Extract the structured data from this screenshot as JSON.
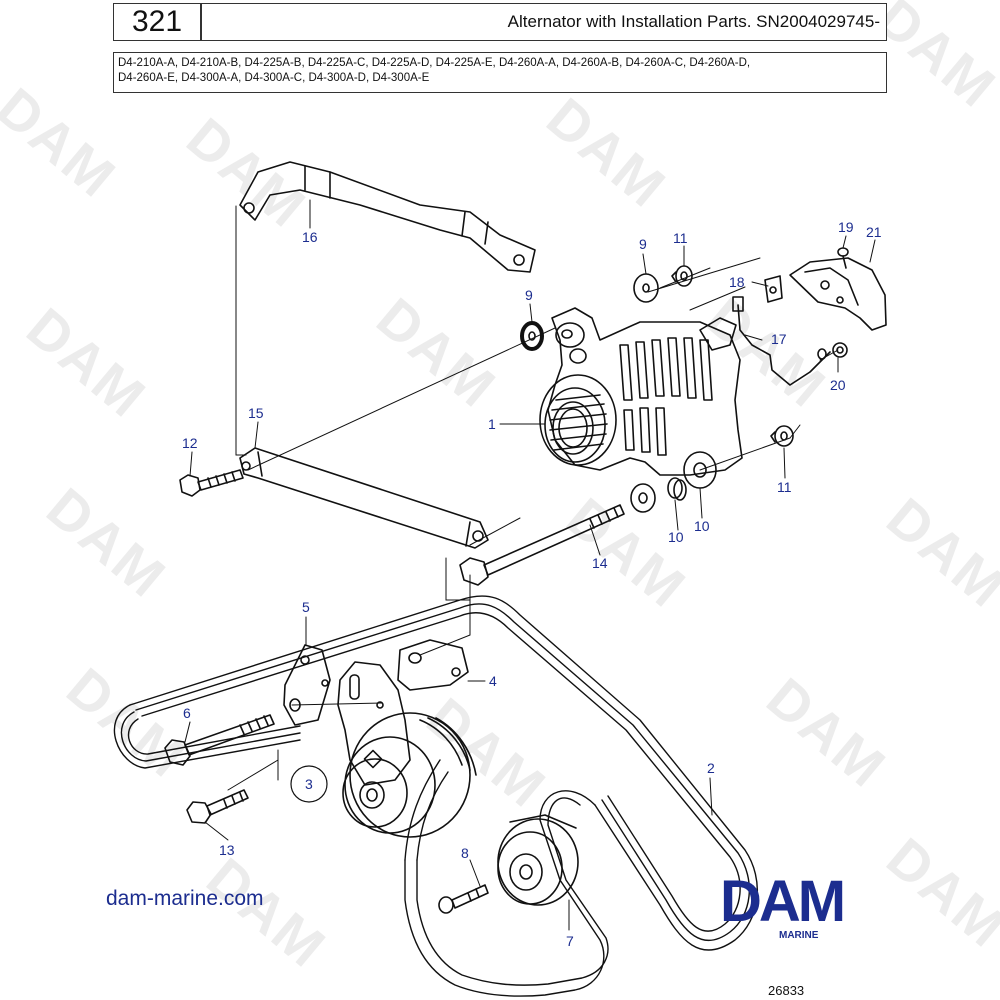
{
  "header": {
    "page_number": "321",
    "title": "Alternator with Installation Parts. SN2004029745-",
    "models_line1": "D4-210A-A, D4-210A-B, D4-225A-B, D4-225A-C, D4-225A-D, D4-225A-E, D4-260A-A, D4-260A-B, D4-260A-C, D4-260A-D,",
    "models_line2": "D4-260A-E, D4-300A-A, D4-300A-C, D4-300A-D, D4-300A-E"
  },
  "watermark_text": "DAM",
  "callouts": {
    "c1": "1",
    "c2": "2",
    "c3": "3",
    "c4": "4",
    "c5": "5",
    "c6": "6",
    "c7": "7",
    "c8": "8",
    "c9a": "9",
    "c9b": "9",
    "c10a": "10",
    "c10b": "10",
    "c11a": "11",
    "c11b": "11",
    "c12": "12",
    "c13": "13",
    "c14": "14",
    "c15": "15",
    "c16": "16",
    "c17": "17",
    "c18": "18",
    "c19": "19",
    "c20": "20",
    "c21": "21"
  },
  "footer": {
    "site_url": "dam-marine.com",
    "brand": "DAM",
    "brand_sub": "MARINE",
    "drawing_number": "26833"
  },
  "colors": {
    "label_blue": "#1c2d8f",
    "line": "#111111",
    "watermark": "#ececec"
  }
}
